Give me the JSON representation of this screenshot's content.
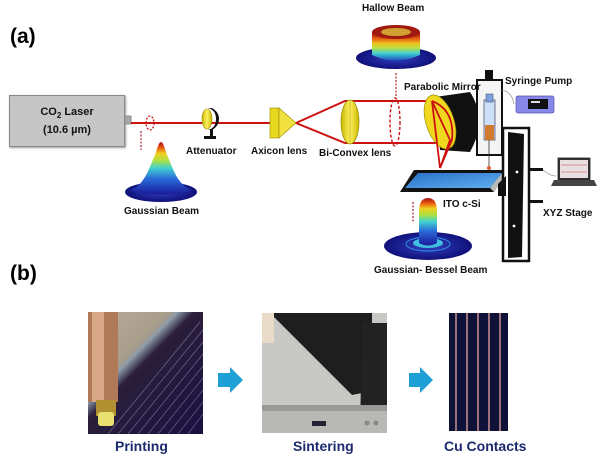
{
  "panels": {
    "a": "(a)",
    "b": "(b)"
  },
  "setup": {
    "laser": {
      "name_prefix": "CO",
      "name_sub": "2",
      "name_suffix": " Laser",
      "wavelength": "(10.6 µm)"
    },
    "labels": {
      "gaussian_beam": "Gaussian Beam",
      "attenuator": "Attenuator",
      "axicon_lens": "Axicon lens",
      "biconvex_lens": "Bi-Convex lens",
      "hollow_beam": "Hallow Beam",
      "parabolic_mirror": "Parabolic Mirror",
      "syringe_pump": "Syringe Pump",
      "ito_csi": "ITO c-Si",
      "xyz_stage": "XYZ Stage",
      "gaussian_bessel_beam": "Gaussian- Bessel Beam"
    },
    "colors": {
      "beam": "#cc1111",
      "laser_body": "#c6c6c6",
      "lens": "#e8d820",
      "arrow": "#1e9fd6",
      "caption": "#1a2a6e"
    }
  },
  "process": {
    "steps": [
      {
        "label": "Printing"
      },
      {
        "label": "Sintering"
      },
      {
        "label": "Cu Contacts"
      }
    ]
  }
}
